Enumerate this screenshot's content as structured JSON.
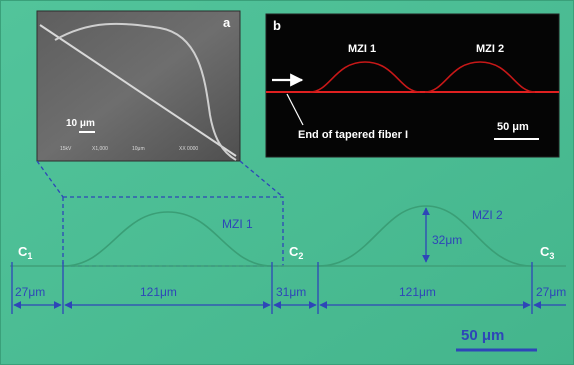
{
  "panel_a": {
    "letter": "a",
    "scale_label": "10 μm",
    "footer": [
      "15kV",
      "X1,000",
      "10μm",
      "XX 0000"
    ]
  },
  "panel_b": {
    "letter": "b",
    "mzi1_label": "MZI 1",
    "mzi2_label": "MZI 2",
    "fiber_label": "End of tapered fiber I",
    "scale_label": "50 μm"
  },
  "main": {
    "mzi1_label": "MZI 1",
    "mzi2_label": "MZI 2",
    "c1_label": {
      "base": "C",
      "sub": "1"
    },
    "c2_label": {
      "base": "C",
      "sub": "2"
    },
    "c3_label": {
      "base": "C",
      "sub": "3"
    },
    "height_label": "32μm",
    "dims": {
      "d1": "27μm",
      "d2": "121μm",
      "d3": "31μm",
      "d4": "121μm",
      "d5": "27μm"
    },
    "scale_label": "50 μm"
  },
  "colors": {
    "background": "#4dbf96",
    "annotation_blue": "#2e46b8",
    "red_trace": "#e02020"
  }
}
